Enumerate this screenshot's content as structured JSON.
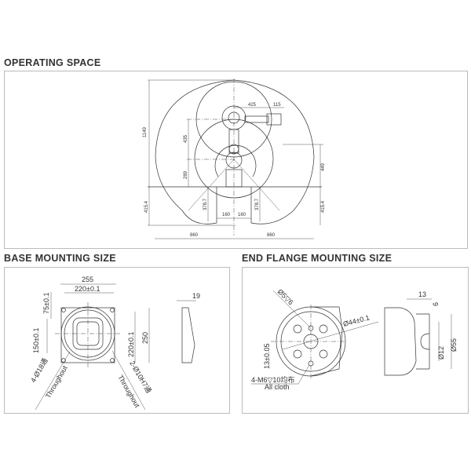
{
  "sections": {
    "operating_space": {
      "title": "OPERATING SPACE",
      "dims": {
        "height_total": "1149",
        "arm_reach": "425",
        "tool_len": "115",
        "upper_arm": "435",
        "base_height": "289",
        "right_height": "449",
        "left_lower": "415.4",
        "right_lower": "415.4",
        "inner_left": "378.7",
        "inner_right": "378.7",
        "half_left": "160",
        "half_right": "160",
        "radius_left": "860",
        "radius_right": "860"
      }
    },
    "base_mounting": {
      "title": "BASE MOUNTING SIZE",
      "dims": {
        "width": "255",
        "hole_spacing_x": "220±0.1",
        "offset_75": "75±0.1",
        "spacing_150": "150±0.1",
        "hole_spacing_y": "220±0.1",
        "height": "250",
        "thickness": "19"
      },
      "notes": {
        "holes_left": "4-Ø18通",
        "through_left": "Throughout",
        "holes_right": "2-Ø10H7通",
        "through_right": "Throughout"
      }
    },
    "end_flange": {
      "title": "END FLANGE MOUNTING SIZE",
      "dims": {
        "pin_hole": "Ø5▽6",
        "pcd": "Ø44±0.1",
        "offset": "13±0.05",
        "depth": "13",
        "step": "6",
        "outer_dia": "Ø55",
        "bore": "Ø12"
      },
      "notes": {
        "thread": "4-M6▽10均布",
        "all_cloth": "All cloth"
      }
    }
  }
}
